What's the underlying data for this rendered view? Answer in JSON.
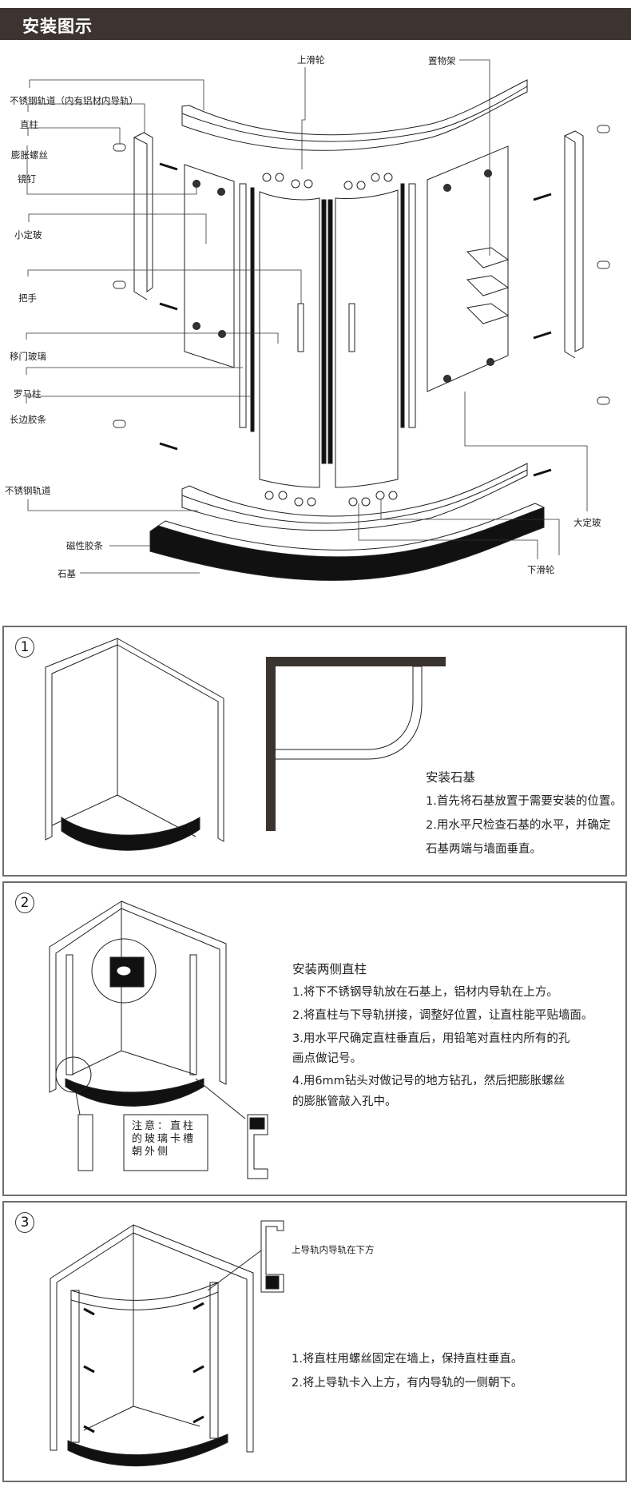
{
  "header": {
    "title": "安装图示"
  },
  "diagram": {
    "labels": {
      "top_track": "不锈钢轨道（内有铝材内导轨）",
      "post": "直柱",
      "expansion_screw": "膨胀螺丝",
      "mirror_nail": "镜钉",
      "small_fixed_glass": "小定玻",
      "handle": "把手",
      "sliding_glass": "移门玻璃",
      "roman_post": "罗马柱",
      "long_strip": "长边胶条",
      "bottom_track": "不锈钢轨道",
      "magnetic_strip": "磁性胶条",
      "stone_base": "石基",
      "top_roller": "上滑轮",
      "shelf": "置物架",
      "large_fixed_glass": "大定玻",
      "bottom_roller": "下滑轮"
    }
  },
  "steps": [
    {
      "number": "1",
      "title": "安装石基",
      "lines": [
        "1.首先将石基放置于需要安装的位置。",
        "2.用水平尺检查石基的水平，并确定",
        "石基两端与墙面垂直。"
      ]
    },
    {
      "number": "2",
      "title": "安装两侧直柱",
      "lines": [
        "1.将下不锈钢导轨放在石基上，铝材内导轨在上方。",
        "2.将直柱与下导轨拼接，调整好位置，让直柱能平贴墙面。",
        "3.用水平尺确定直柱垂直后，用铅笔对直柱内所有的孔",
        " 画点做记号。",
        "4.用6mm钻头对做记号的地方钻孔，然后把膨胀螺丝",
        " 的膨胀管敲入孔中。"
      ],
      "note_lines": [
        "注意：直柱",
        "的玻璃卡槽",
        "朝外侧"
      ]
    },
    {
      "number": "3",
      "title": "",
      "callout": "上导轨内导轨在下方",
      "lines": [
        "1.将直柱用螺丝固定在墙上，保持直柱垂直。",
        "2.将上导轨卡入上方，有内导轨的一侧朝下。"
      ]
    }
  ]
}
